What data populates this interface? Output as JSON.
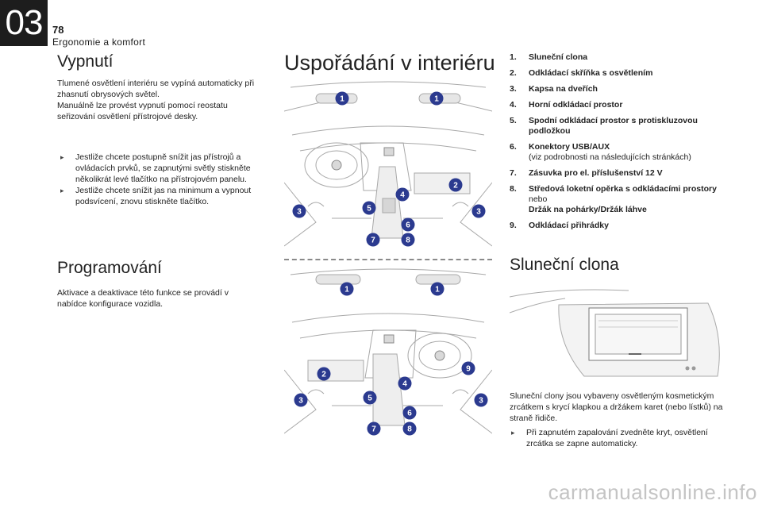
{
  "header": {
    "chapter": "03",
    "page_number": "78",
    "section": "Ergonomie a komfort"
  },
  "left": {
    "vypnuti": {
      "title": "Vypnutí",
      "para1": "Tlumené osvětlení interiéru se vypíná automaticky při zhasnutí obrysových světel.",
      "para2": "Manuálně lze provést vypnutí pomocí reostatu seřizování osvětlení přístrojové desky."
    },
    "bullets": [
      "Jestliže chcete postupně snížit jas přístrojů a ovládacích prvků, se zapnutými světly stiskněte několikrát levé tlačítko na přístrojovém panelu.",
      "Jestliže chcete snížit jas na minimum a vypnout podsvícení, znovu stiskněte tlačítko."
    ],
    "programovani": {
      "title": "Programování",
      "para": "Aktivace a deaktivace této funkce se provádí v nabídce konfigurace vozidla."
    }
  },
  "middle": {
    "title": "Uspořádání v interiéru",
    "top_callouts": [
      "1",
      "1",
      "2",
      "3",
      "3",
      "4",
      "5",
      "6",
      "7",
      "8"
    ],
    "bottom_callouts": [
      "1",
      "1",
      "2",
      "3",
      "3",
      "4",
      "5",
      "6",
      "7",
      "8",
      "9"
    ]
  },
  "right": {
    "items": [
      {
        "num": "1.",
        "label": "Sluneční clona"
      },
      {
        "num": "2.",
        "label": "Odkládací skříňka s osvětlením"
      },
      {
        "num": "3.",
        "label": "Kapsa na dveřích"
      },
      {
        "num": "4.",
        "label": "Horní odkládací prostor"
      },
      {
        "num": "5.",
        "label": "Spodní odkládací prostor s protiskluzovou podložkou"
      },
      {
        "num": "6.",
        "label": "Konektory USB/AUX",
        "note": "(viz podrobnosti na následujících stránkách)"
      },
      {
        "num": "7.",
        "label": "Zásuvka pro el. příslušenství 12 V"
      },
      {
        "num": "8.",
        "label": "Středová loketní opěrka s odkládacími prostory",
        "extra": "nebo",
        "extra_bold": "Držák na pohárky/Držák láhve"
      },
      {
        "num": "9.",
        "label": "Odkládací přihrádky"
      }
    ],
    "slunecni": {
      "title": "Sluneční clona",
      "para": "Sluneční clony jsou vybaveny osvětleným kosmetickým zrcátkem s krycí klapkou a držákem karet (nebo lístků) na straně řidiče.",
      "bullet": "Při zapnutém zapalování zvedněte kryt, osvětlení zrcátka se zapne automaticky."
    }
  },
  "footer": {
    "watermark": "carmanualsonline.info"
  },
  "colors": {
    "callout": "#2b3a8f",
    "line": "#9a9a9a"
  }
}
